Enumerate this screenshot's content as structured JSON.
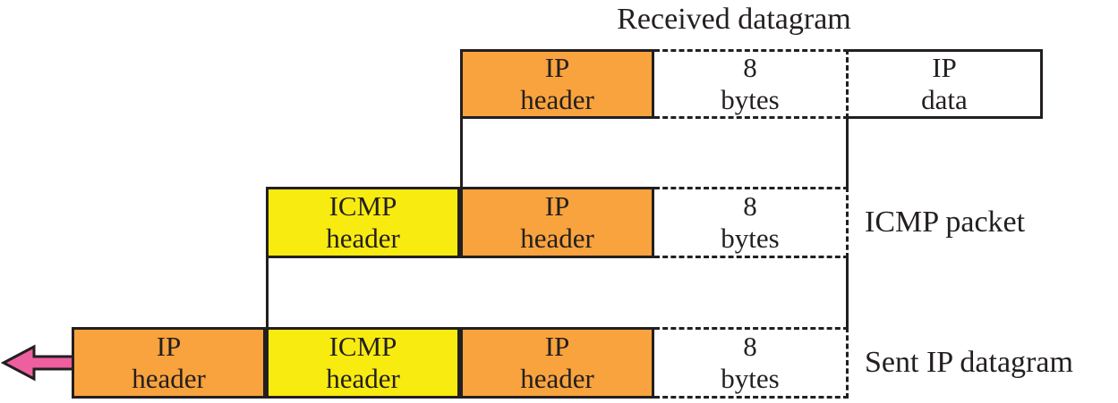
{
  "palette": {
    "orange": "#F8A33D",
    "yellow": "#F8EB10",
    "pink": "#EE5F9F",
    "line": "#231F20"
  },
  "title": "Received datagram",
  "received_row": {
    "boxes": [
      {
        "line1": "IP",
        "line2": "header"
      },
      {
        "line1": "8",
        "line2": "bytes"
      },
      {
        "line1": "IP",
        "line2": "data"
      }
    ]
  },
  "icmp_row": {
    "label": "ICMP packet",
    "boxes": [
      {
        "line1": "ICMP",
        "line2": "header"
      },
      {
        "line1": "IP",
        "line2": "header"
      },
      {
        "line1": "8",
        "line2": "bytes"
      }
    ]
  },
  "sent_row": {
    "label": "Sent IP datagram",
    "boxes": [
      {
        "line1": "IP",
        "line2": "header"
      },
      {
        "line1": "ICMP",
        "line2": "header"
      },
      {
        "line1": "IP",
        "line2": "header"
      },
      {
        "line1": "8",
        "line2": "bytes"
      }
    ]
  },
  "icons": {
    "arrow_left": "left-pointing send arrow"
  }
}
